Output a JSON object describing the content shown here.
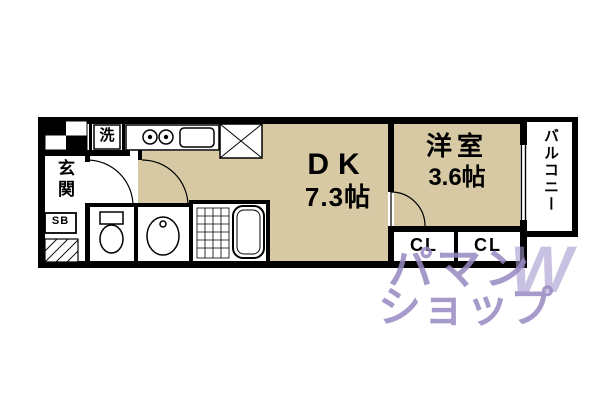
{
  "floor_plan": {
    "dk": {
      "name": "DK",
      "area": "7.3帖"
    },
    "western_room": {
      "name": "洋室",
      "area": "3.6帖"
    },
    "balcony": {
      "name": "バルコニー"
    },
    "entrance": {
      "name": "玄関"
    },
    "laundry": {
      "name": "洗"
    },
    "shoe_box": {
      "name": "SB"
    },
    "closet_left": {
      "name": "CL"
    },
    "closet_right": {
      "name": "CL"
    }
  },
  "watermark": {
    "top": "パマン",
    "logo": "W",
    "bottom": "ショップ"
  },
  "colors": {
    "floor": "#d6c9a3",
    "wall": "#000000",
    "background": "#ffffff",
    "watermark": "#988bc1"
  }
}
